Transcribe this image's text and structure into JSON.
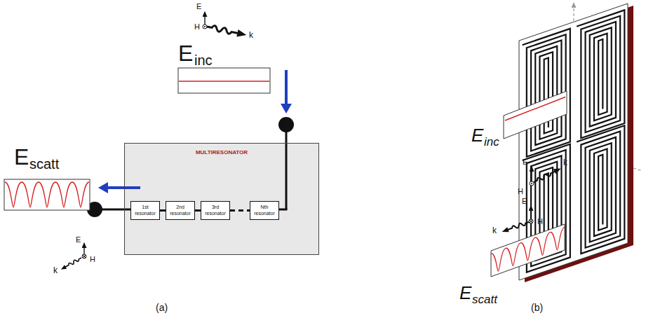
{
  "diagram": {
    "nodes": [
      {
        "text": [
          "MULTIRESONATOR"
        ]
      },
      {
        "text": [
          "1st resonator"
        ],
        "in": 0
      },
      {
        "text": [
          "2nd resonator"
        ],
        "in": 0
      },
      {
        "text": [
          "3rd resonator"
        ],
        "in": 0
      },
      {
        "text": [
          "Nth resonator"
        ],
        "in": 0
      }
    ],
    "edges": [
      {
        "from": 1,
        "to": 2,
        "arrow": "none"
      },
      {
        "from": 2,
        "to": 3,
        "arrow": "none"
      },
      {
        "from": 3,
        "to": 4,
        "arrow": "none"
      }
    ],
    "labels": [
      "E",
      "H",
      "k",
      "E",
      "inc",
      "E",
      "scatt",
      "E",
      "k",
      "H",
      "(a)",
      "E",
      "inc",
      "E",
      "H",
      "k",
      "E",
      "k",
      "H",
      "E",
      "scatt",
      "(b)"
    ]
  }
}
